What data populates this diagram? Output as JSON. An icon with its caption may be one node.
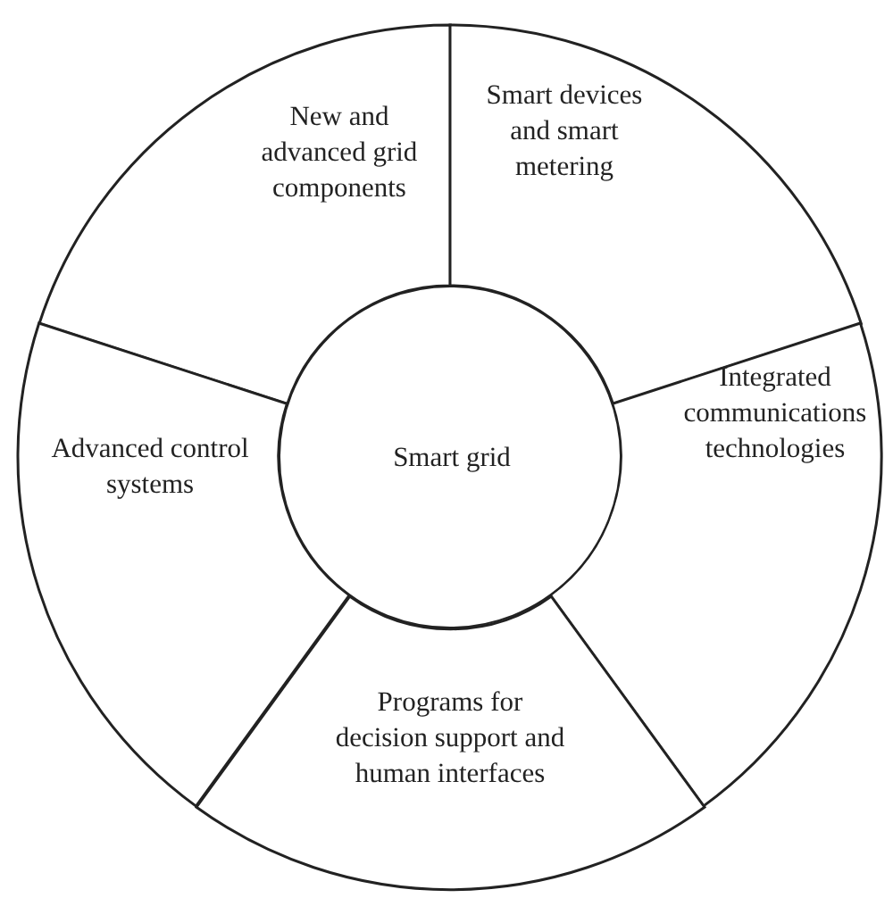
{
  "diagram": {
    "nodes": [
      {
        "text": [
          "Smart grid"
        ]
      },
      {
        "text": [
          "New and advanced grid components"
        ]
      },
      {
        "text": [
          "Smart devices and smart metering"
        ]
      },
      {
        "text": [
          "Integrated communications technologies"
        ]
      },
      {
        "text": [
          "Programs for decision support and human interfaces"
        ]
      },
      {
        "text": [
          "Advanced control systems"
        ]
      }
    ]
  }
}
